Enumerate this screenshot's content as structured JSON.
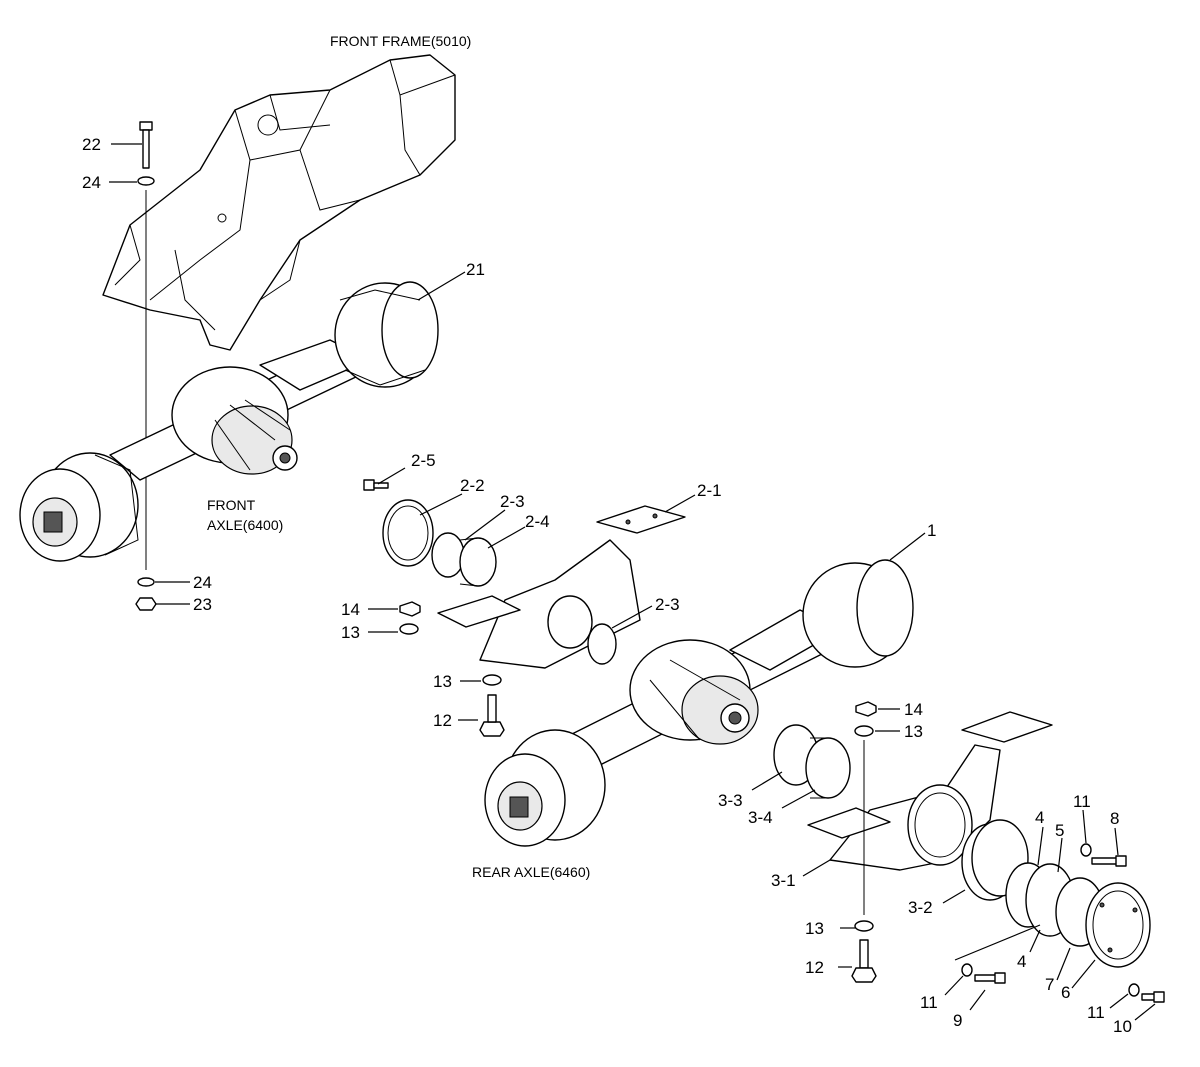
{
  "captions": {
    "front_frame": "FRONT FRAME(5010)",
    "front_axle_line1": "FRONT",
    "front_axle_line2": "AXLE(6400)",
    "rear_axle": "REAR AXLE(6460)"
  },
  "callouts": {
    "c22": "22",
    "c24_top": "24",
    "c21": "21",
    "c24_bottom": "24",
    "c23": "23",
    "c2_5": "2-5",
    "c2_2": "2-2",
    "c2_3_upper": "2-3",
    "c2_4": "2-4",
    "c2_1": "2-1",
    "c1": "1",
    "c14_left": "14",
    "c13_left": "13",
    "c2_3_lower": "2-3",
    "c13_mid": "13",
    "c12_left": "12",
    "c14_right": "14",
    "c13_right": "13",
    "c3_3": "3-3",
    "c3_4": "3-4",
    "c11_top": "11",
    "c8": "8",
    "c4_top": "4",
    "c5": "5",
    "c3_1": "3-1",
    "c3_2": "3-2",
    "c13_bottom": "13",
    "c12_bottom": "12",
    "c4_bottom": "4",
    "c7": "7",
    "c6": "6",
    "c11_left": "11",
    "c9": "9",
    "c11_right": "11",
    "c10": "10"
  }
}
